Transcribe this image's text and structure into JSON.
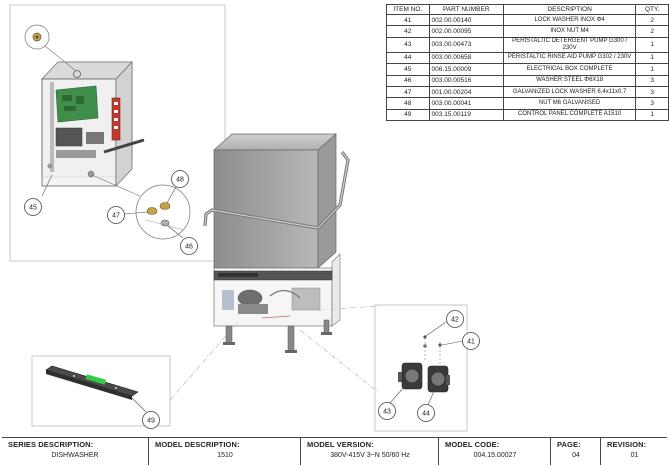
{
  "bom": {
    "headers": {
      "item": "ITEM NO.",
      "part": "PART NUMBER",
      "desc": "DESCRIPTION",
      "qty": "QTY."
    },
    "rows": [
      {
        "item": "41",
        "part": "002.00.00140",
        "desc": "LOCK WASHER INOX Φ4",
        "qty": "2"
      },
      {
        "item": "42",
        "part": "002.00.00095",
        "desc": "INOX NUT M4",
        "qty": "2"
      },
      {
        "item": "43",
        "part": "003.00.00473",
        "desc": "PERISTALTIC DETERGENT PUMP G300 / 230V",
        "qty": "1"
      },
      {
        "item": "44",
        "part": "003.00.00658",
        "desc": "PERISTALTIC RINSE AID PUMP G302 / 230V",
        "qty": "1"
      },
      {
        "item": "45",
        "part": "006.15.00009",
        "desc": "ELECTRICAL BOX COMPLETE",
        "qty": "1"
      },
      {
        "item": "46",
        "part": "003.00.00516",
        "desc": "WASHER STEEL Φ6X18",
        "qty": "3"
      },
      {
        "item": "47",
        "part": "001.00.00204",
        "desc": "GALVANIZED LOCK WASHER 6,4x11x0,7",
        "qty": "3"
      },
      {
        "item": "48",
        "part": "003.00.00041",
        "desc": "NUT M6 GALVANISED",
        "qty": "3"
      },
      {
        "item": "49",
        "part": "003.15.00119",
        "desc": "CONTROL PANEL COMPLETE A1510",
        "qty": "1"
      }
    ]
  },
  "balloons": {
    "b41": "41",
    "b42": "42",
    "b43": "43",
    "b44": "44",
    "b45": "45",
    "b46": "46",
    "b47": "47",
    "b48": "48",
    "b49": "49"
  },
  "title_block": {
    "series_caption": "SERIES DESCRIPTION:",
    "series_value": "DISHWASHER",
    "model_caption": "MODEL DESCRIPTION:",
    "model_value": "1510",
    "version_caption": "MODEL VERSION:",
    "version_value": "380V-415V 3~N 50/60 Hz",
    "code_caption": "MODEL CODE:",
    "code_value": "004.15.00027",
    "page_caption": "PAGE:",
    "page_value": "04",
    "revision_caption": "REVISION:",
    "revision_value": "01"
  },
  "colors": {
    "pcb_green": "#3f8f4a",
    "relay_red": "#c0392b",
    "steel": "#a9a9a9",
    "display_green": "#2ecc40"
  }
}
